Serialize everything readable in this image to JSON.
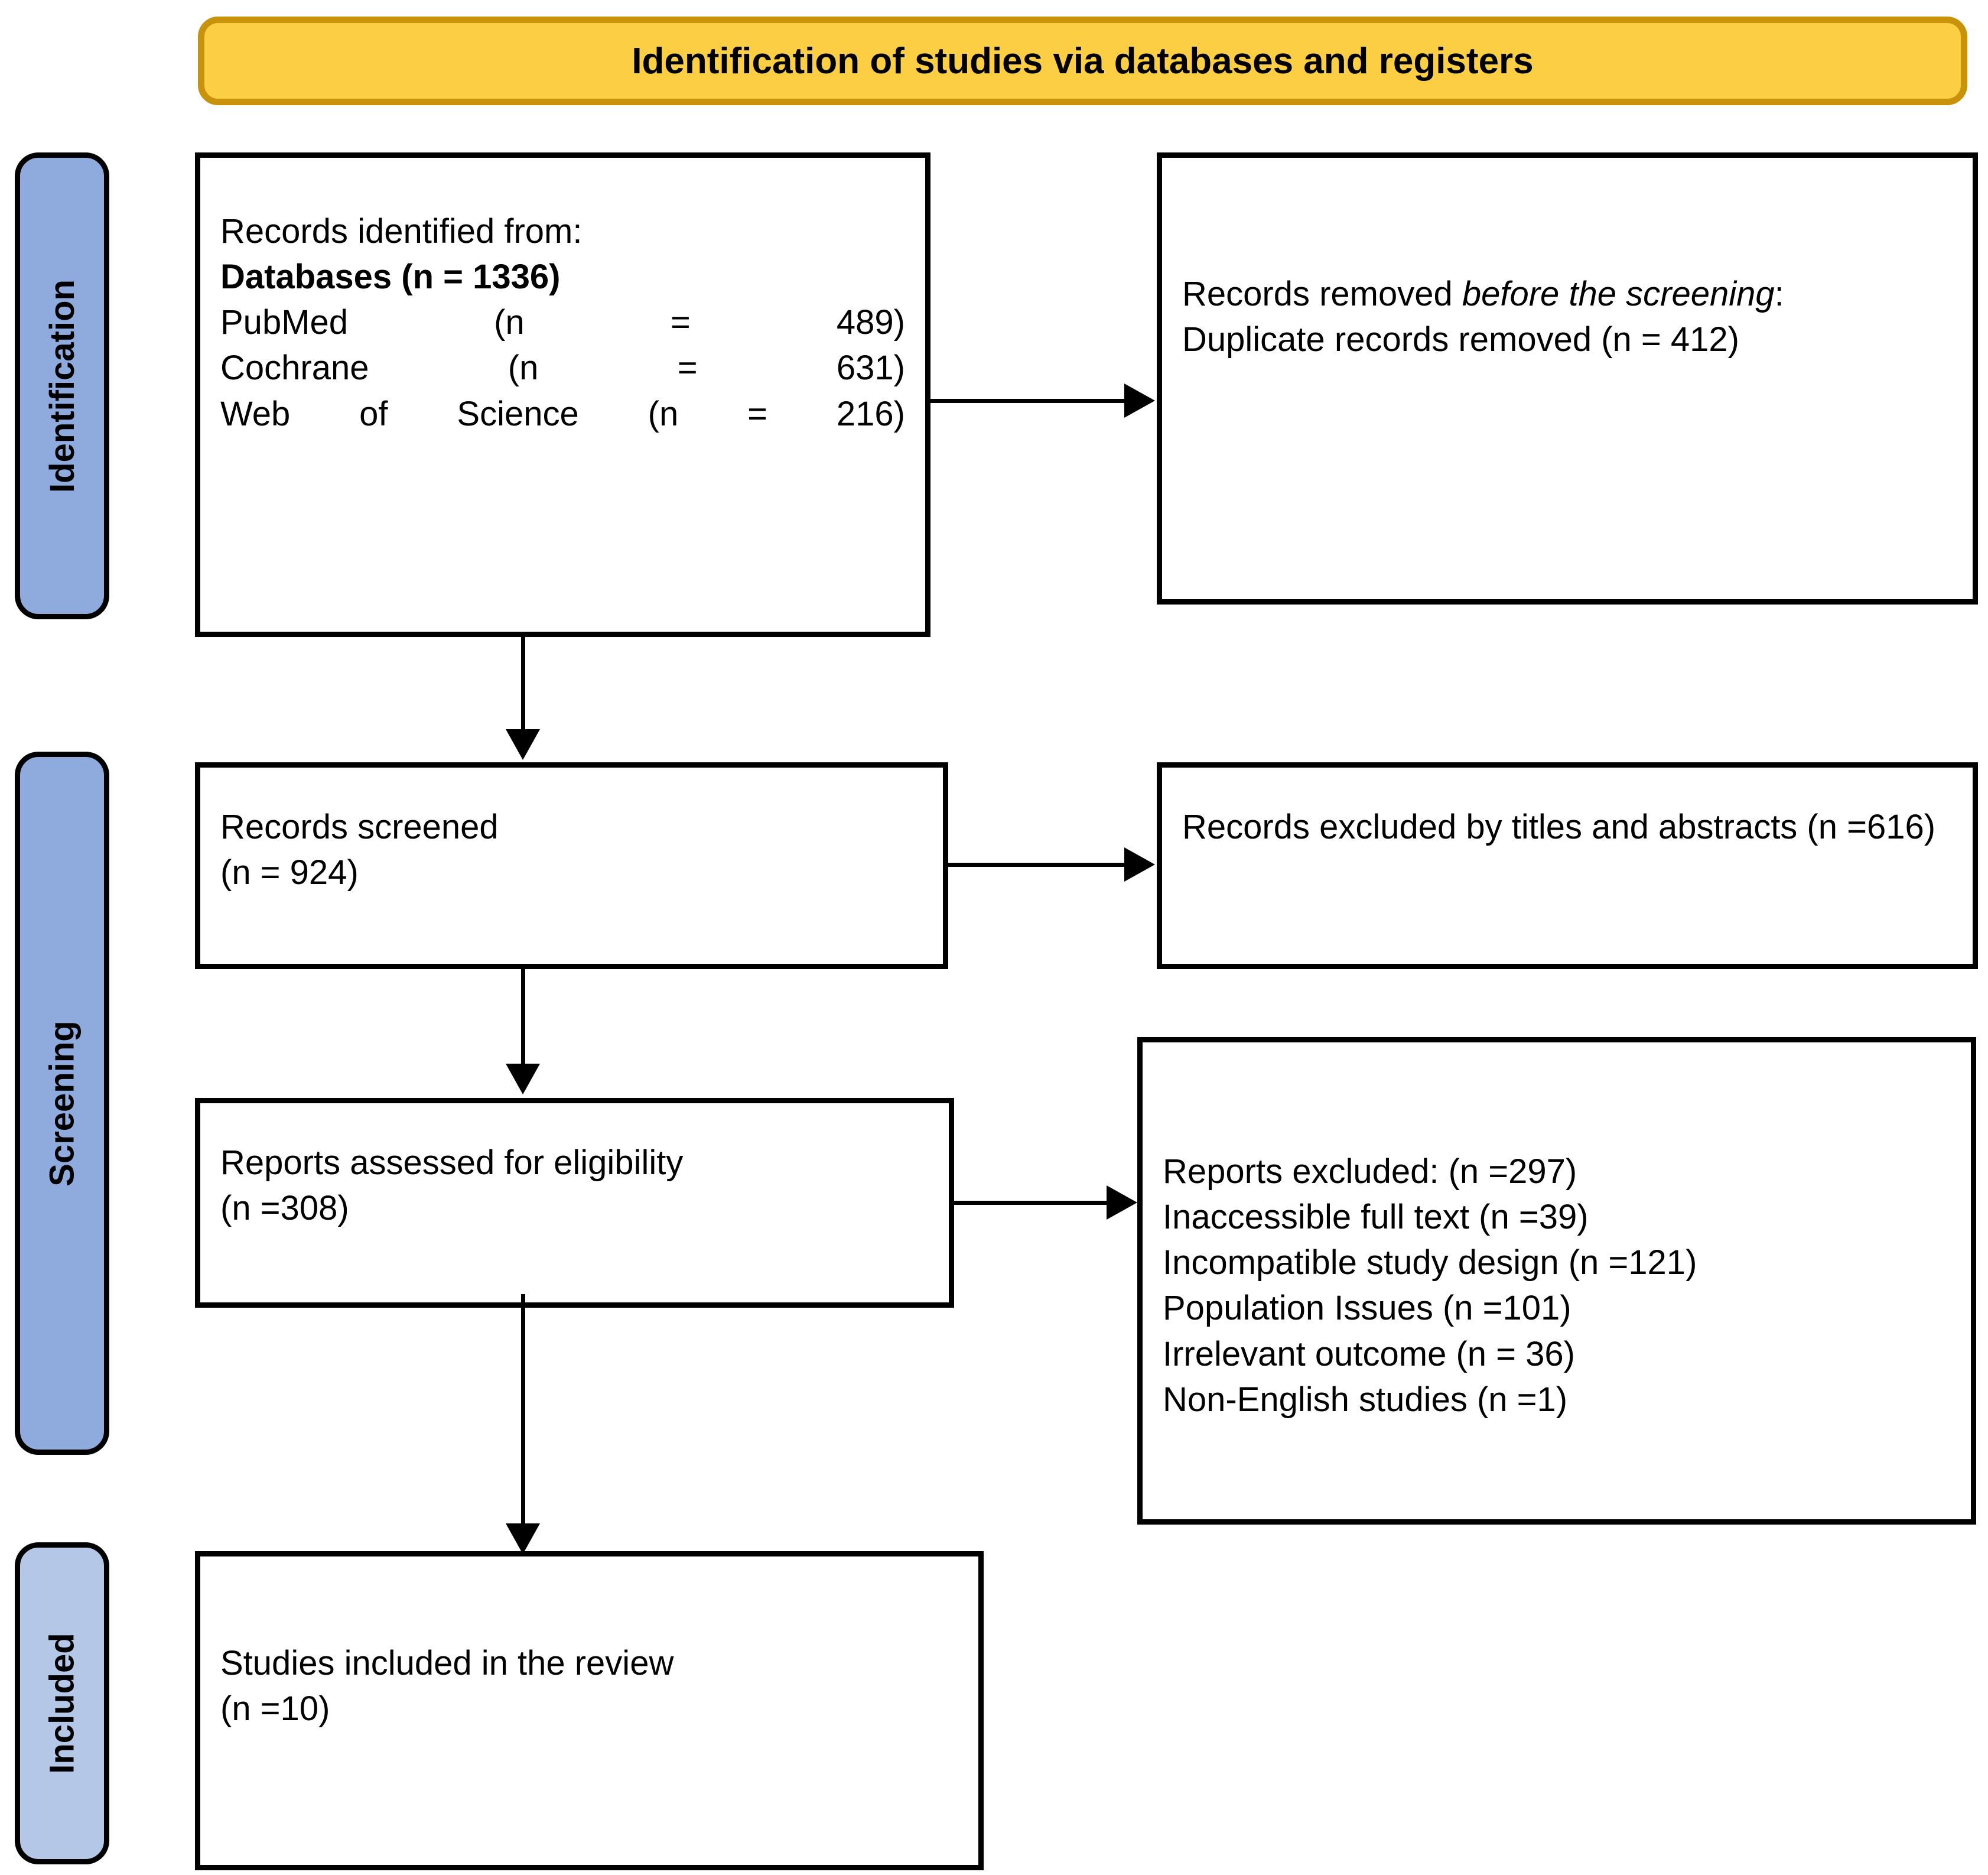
{
  "banner": {
    "title": "Identification of studies via databases and registers"
  },
  "stages": [
    {
      "key": "identification",
      "label": "Identification"
    },
    {
      "key": "screening",
      "label": "Screening"
    },
    {
      "key": "included",
      "label": "Included"
    }
  ],
  "boxes": {
    "identified": {
      "line1": "Records identified from:",
      "line2": "Databases (n = 1336)",
      "line3": "PubMed (n = 489)",
      "line4": "Cochrane (n = 631)",
      "line5": "Web of Science (n = 216)"
    },
    "removed": {
      "line1_plain": "Records removed ",
      "line1_italic": "before the screening",
      "line1_tail": ":",
      "line2": "Duplicate records removed (n = 412)"
    },
    "screened": {
      "line1": "Records screened",
      "line2": "(n = 924)"
    },
    "excluded_titles_abstracts": {
      "line1": "Records excluded by titles and abstracts (n =616)"
    },
    "eligibility": {
      "line1": "Reports assessed for eligibility",
      "line2": "(n =308)"
    },
    "excluded_reports": {
      "line1": "Reports excluded: (n =297)",
      "line2": "Inaccessible full text (n =39)",
      "line3": "Incompatible study design (n =121)",
      "line4": "Population Issues (n =101)",
      "line5": "Irrelevant outcome (n = 36)",
      "line6": "Non-English studies (n =1)"
    },
    "included": {
      "line1": "Studies included in the review",
      "line2": "(n =10)"
    }
  },
  "colors": {
    "banner_fill": "#FBCE43",
    "banner_border": "#C8930B",
    "stage_blue": "#8FAADC",
    "stage_blue_light": "#B4C7E7",
    "box_border": "#000000",
    "text": "#000000"
  }
}
